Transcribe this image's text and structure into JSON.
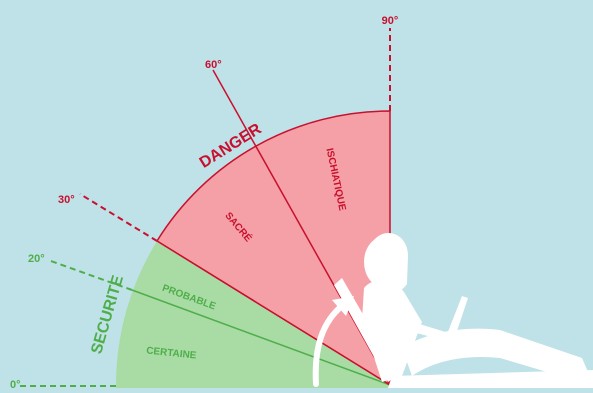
{
  "colors": {
    "background": "#bfe1e8",
    "danger_fill": "#f5a0a6",
    "danger_line": "#c8102e",
    "safety_fill": "#a9dca5",
    "safety_line": "#4fae4a",
    "figure": "#ffffff"
  },
  "angles": {
    "a0": "0°",
    "a20": "20°",
    "a30": "30°",
    "a60": "60°",
    "a90": "90°"
  },
  "zones": {
    "danger": "DANGER",
    "safety": "SECURITE"
  },
  "sectors": {
    "sciatic": "ISCHIATIQUE",
    "sacral": "SACRÉ",
    "probable": "PROBABLE",
    "certain": "CERTAINE"
  },
  "icons": {
    "person": "reclining-person-with-laptop-icon",
    "arrow": "curved-arrow-icon"
  }
}
